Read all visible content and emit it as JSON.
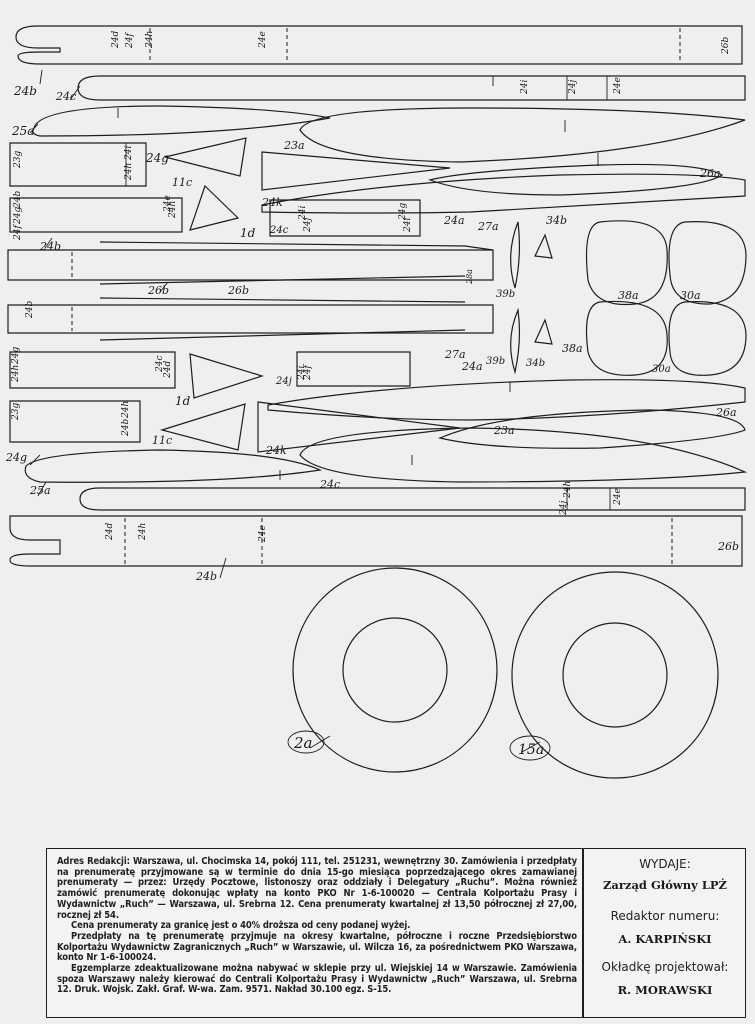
{
  "drawing": {
    "part_labels": [
      {
        "id": "24d-a",
        "text": "24d"
      },
      {
        "id": "24f-a",
        "text": "24f"
      },
      {
        "id": "24h-a",
        "text": "24h"
      },
      {
        "id": "24e-a",
        "text": "24e"
      },
      {
        "id": "26b-a",
        "text": "26b"
      },
      {
        "id": "24b-a",
        "text": "24b"
      },
      {
        "id": "24c-a",
        "text": "24c"
      },
      {
        "id": "24i-a",
        "text": "24i"
      },
      {
        "id": "24j-a",
        "text": "24j"
      },
      {
        "id": "24e-b",
        "text": "24e"
      },
      {
        "id": "25a-a",
        "text": "25a"
      },
      {
        "id": "23a-a",
        "text": "23a"
      },
      {
        "id": "23g-a",
        "text": "23g"
      },
      {
        "id": "24i-b",
        "text": "24i"
      },
      {
        "id": "24h-b",
        "text": "24h"
      },
      {
        "id": "24g-a",
        "text": "24g"
      },
      {
        "id": "11c-a",
        "text": "11c"
      },
      {
        "id": "26a-a",
        "text": "26a"
      },
      {
        "id": "24k-a",
        "text": "24k"
      },
      {
        "id": "1d-a",
        "text": "1d"
      },
      {
        "id": "24a-a",
        "text": "24a"
      },
      {
        "id": "27a-a",
        "text": "27a"
      },
      {
        "id": "34b-a",
        "text": "34b"
      },
      {
        "id": "24c-b",
        "text": "24c"
      },
      {
        "id": "24g-b",
        "text": "24g"
      },
      {
        "id": "24b-b",
        "text": "24b"
      },
      {
        "id": "24f-b",
        "text": "24f"
      },
      {
        "id": "24e-c",
        "text": "24e"
      },
      {
        "id": "24h-c",
        "text": "24h"
      },
      {
        "id": "24i-c",
        "text": "24i"
      },
      {
        "id": "24j-b",
        "text": "24j"
      },
      {
        "id": "24g-c",
        "text": "24g"
      },
      {
        "id": "24i-d",
        "text": "24i"
      },
      {
        "id": "24b-c",
        "text": "24b"
      },
      {
        "id": "26b-b",
        "text": "26b"
      },
      {
        "id": "26b-c",
        "text": "26b"
      },
      {
        "id": "39b-a",
        "text": "39b"
      },
      {
        "id": "38a-a",
        "text": "38a"
      },
      {
        "id": "30a-a",
        "text": "30a"
      },
      {
        "id": "24b-d",
        "text": "24b"
      },
      {
        "id": "28a-a",
        "text": "28a"
      },
      {
        "id": "27a-b",
        "text": "27a"
      },
      {
        "id": "39b-b",
        "text": "39b"
      },
      {
        "id": "34b-b",
        "text": "34b"
      },
      {
        "id": "38a-b",
        "text": "38a"
      },
      {
        "id": "30a-b",
        "text": "30a"
      },
      {
        "id": "24g-d",
        "text": "24g"
      },
      {
        "id": "24h-d",
        "text": "24h"
      },
      {
        "id": "24c-c",
        "text": "24c"
      },
      {
        "id": "24d-b",
        "text": "24d"
      },
      {
        "id": "24i-e",
        "text": "24i"
      },
      {
        "id": "24f-c",
        "text": "24f"
      },
      {
        "id": "24j-c",
        "text": "24j"
      },
      {
        "id": "24a-b",
        "text": "24a"
      },
      {
        "id": "23g-b",
        "text": "23g"
      },
      {
        "id": "24h-e",
        "text": "24h"
      },
      {
        "id": "24b-e",
        "text": "24b"
      },
      {
        "id": "1d-b",
        "text": "1d"
      },
      {
        "id": "11c-b",
        "text": "11c"
      },
      {
        "id": "23a-b",
        "text": "23a"
      },
      {
        "id": "26a-b",
        "text": "26a"
      },
      {
        "id": "24k-b",
        "text": "24k"
      },
      {
        "id": "24g-e",
        "text": "24g"
      },
      {
        "id": "25a-b",
        "text": "25a"
      },
      {
        "id": "24c-d",
        "text": "24c"
      },
      {
        "id": "24h-f",
        "text": "24h"
      },
      {
        "id": "24j-d",
        "text": "24j"
      },
      {
        "id": "24e-d",
        "text": "24e"
      },
      {
        "id": "24d-c",
        "text": "24d"
      },
      {
        "id": "24h-g",
        "text": "24h"
      },
      {
        "id": "24e-e",
        "text": "24e"
      },
      {
        "id": "26b-d",
        "text": "26b"
      },
      {
        "id": "24b-f",
        "text": "24b"
      },
      {
        "id": "2a-a",
        "text": "2a"
      },
      {
        "id": "15a-a",
        "text": "15a"
      }
    ]
  },
  "imprint": {
    "paragraphs": [
      "Adres Redakcji: Warszawa, ul. Chocimska 14, pokój 111, tel. 251231, wewnętrzny 30. Zamówienia i przedpłaty na prenumeratę przyjmowane są w terminie do dnia 15-go miesiąca poprzedzającego okres zamawianej prenumeraty — przez: Urzędy Pocztowe, listonoszy oraz oddziały i Delegatury „Ruchu”. Można również zamówić prenumeratę dokonując wpłaty na konto PKO Nr 1-6-100020 — Centrala Kolportażu Prasy i Wydawnictw „Ruch” — Warszawa, ul. Srebrna 12. Cena prenumeraty kwartalnej zł 13,50 półrocznej zł 27,00, rocznej zł 54.",
      "Cena prenumeraty za granicę jest o 40% droższa od ceny podanej wyżej.",
      "Przedpłaty na tę prenumeratę przyjmuje na okresy kwartalne, półroczne i roczne Przedsiębiorstwo Kolportażu Wydawnictw Zagranicznych „Ruch” w Warszawie, ul. Wilcza 16, za pośrednictwem PKO Warszawa, konto Nr 1-6-100024.",
      "Egzemplarze zdeaktualizowane można nabywać w sklepie przy ul. Wiejskiej 14 w Warszawie. Zamówienia spoza Warszawy należy kierować do Centrali Kolportażu Prasy i Wydawnictw „Ruch” Warszawa, ul. Srebrna 12. Druk. Wojsk. Zakł. Graf. W-wa. Zam. 9571. Nakład 30.100 egz. S-15."
    ],
    "publisher_label": "WYDAJE:",
    "publisher_name": "Zarząd Główny LPŻ",
    "editor_label": "Redaktor numeru:",
    "editor_name": "A. KARPIŃSKI",
    "cover_label": "Okładkę projektował:",
    "cover_name": "R. MORAWSKI"
  }
}
